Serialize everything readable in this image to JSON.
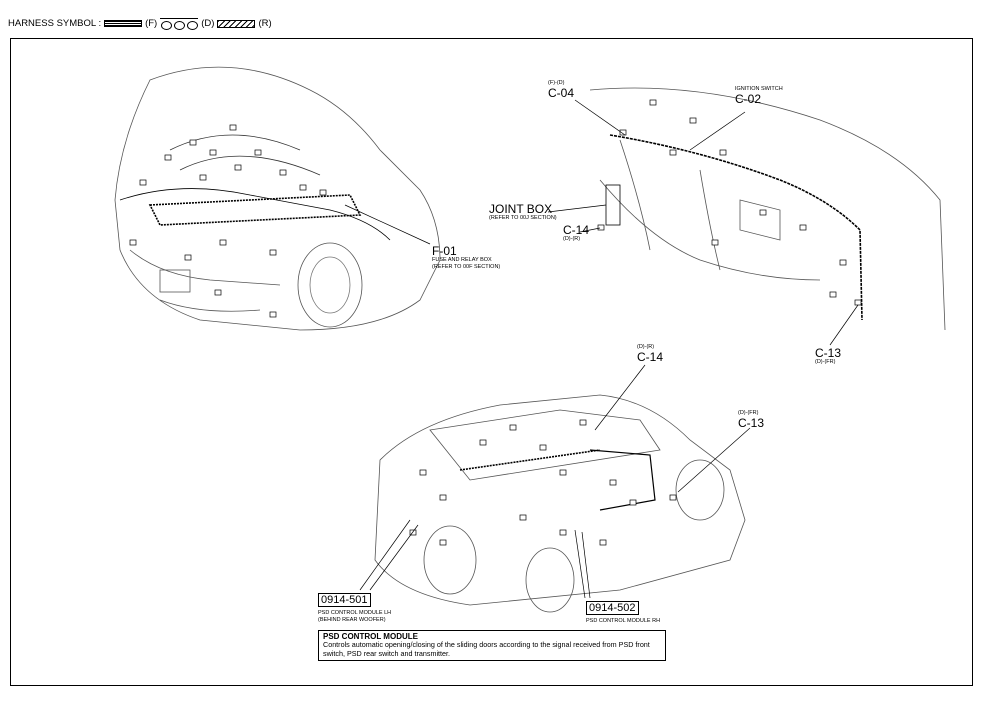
{
  "header": {
    "prefix": "HARNESS SYMBOL :",
    "symbols": [
      {
        "code": "(F)"
      },
      {
        "code": "(D)"
      },
      {
        "code": "(R)"
      }
    ]
  },
  "callouts": {
    "c04": {
      "sub": "(F)-(D)",
      "code": "C-04"
    },
    "c02": {
      "sub": "IGNITION SWITCH",
      "code": "C-02"
    },
    "joint_box": {
      "title": "JOINT BOX",
      "sub": "(REFER TO 00J SECTION)"
    },
    "c14_top": {
      "code": "C-14",
      "sub": "(D)-(R)"
    },
    "f01": {
      "code": "F-01",
      "sub1": "FUSE AND RELAY BOX",
      "sub2": "(REFER TO 00F SECTION)"
    },
    "c13_right": {
      "code": "C-13",
      "sub": "(D)-(FR)"
    },
    "c14_mid": {
      "sub": "(D)-(R)",
      "code": "C-14"
    },
    "c13_mid": {
      "sub": "(D)-(FR)",
      "code": "C-13"
    },
    "m501": {
      "code": "0914-501",
      "sub1": "PSD CONTROL MODULE LH",
      "sub2": "(BEHIND REAR WOOFER)"
    },
    "m502": {
      "code": "0914-502",
      "sub1": "PSD CONTROL MODULE RH"
    }
  },
  "note": {
    "title": "PSD CONTROL MODULE",
    "body": "Controls automatic opening/closing of the sliding doors according to the signal received from PSD front switch, PSD rear switch and transmitter."
  }
}
